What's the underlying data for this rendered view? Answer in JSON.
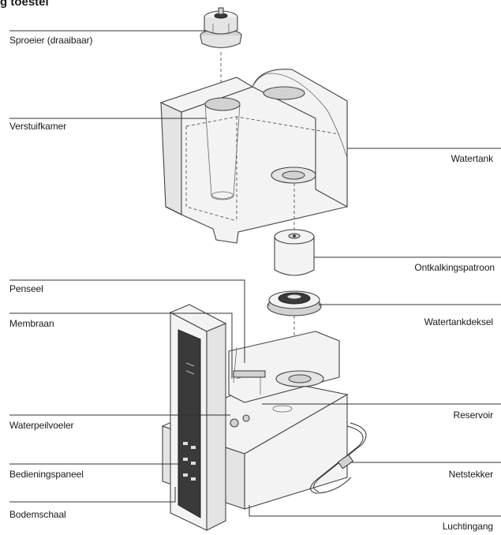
{
  "title": "g toestel",
  "labels": {
    "sproeier": "Sproeier (draaibaar)",
    "verstuifkamer": "Verstuifkamer",
    "watertank": "Watertank",
    "ontkalkingspatroon": "Ontkalkingspatroon",
    "penseel": "Penseel",
    "membraan": "Membraan",
    "watertankdeksel": "Watertankdeksel",
    "waterpeilvoeler": "Waterpeilvoeler",
    "reservoir": "Reservoir",
    "bedieningspaneel": "Bedieningspaneel",
    "netstekker": "Netstekker",
    "bodemschaal": "Bodemschaal",
    "luchtingang": "Luchtingang"
  }
}
